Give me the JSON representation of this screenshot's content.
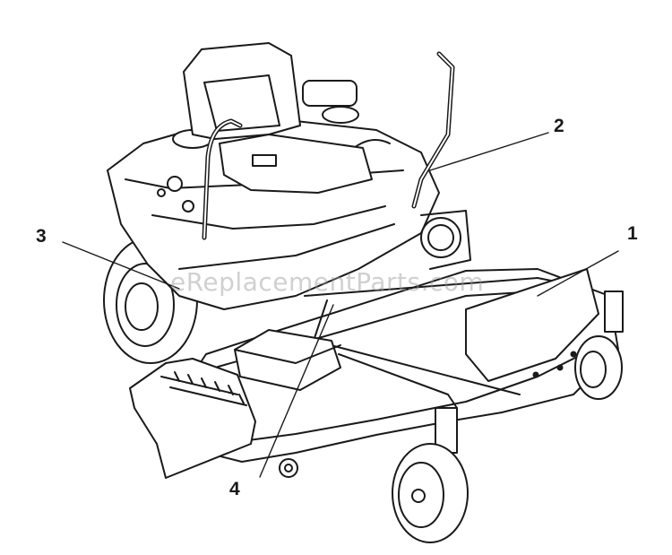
{
  "figure": {
    "callouts": [
      {
        "id": "1",
        "label": "1"
      },
      {
        "id": "2",
        "label": "2"
      },
      {
        "id": "3",
        "label": "3"
      },
      {
        "id": "4",
        "label": "4"
      }
    ],
    "watermark": "eReplacementParts.com",
    "line_color": "#1a1a1a",
    "background": "#ffffff"
  }
}
